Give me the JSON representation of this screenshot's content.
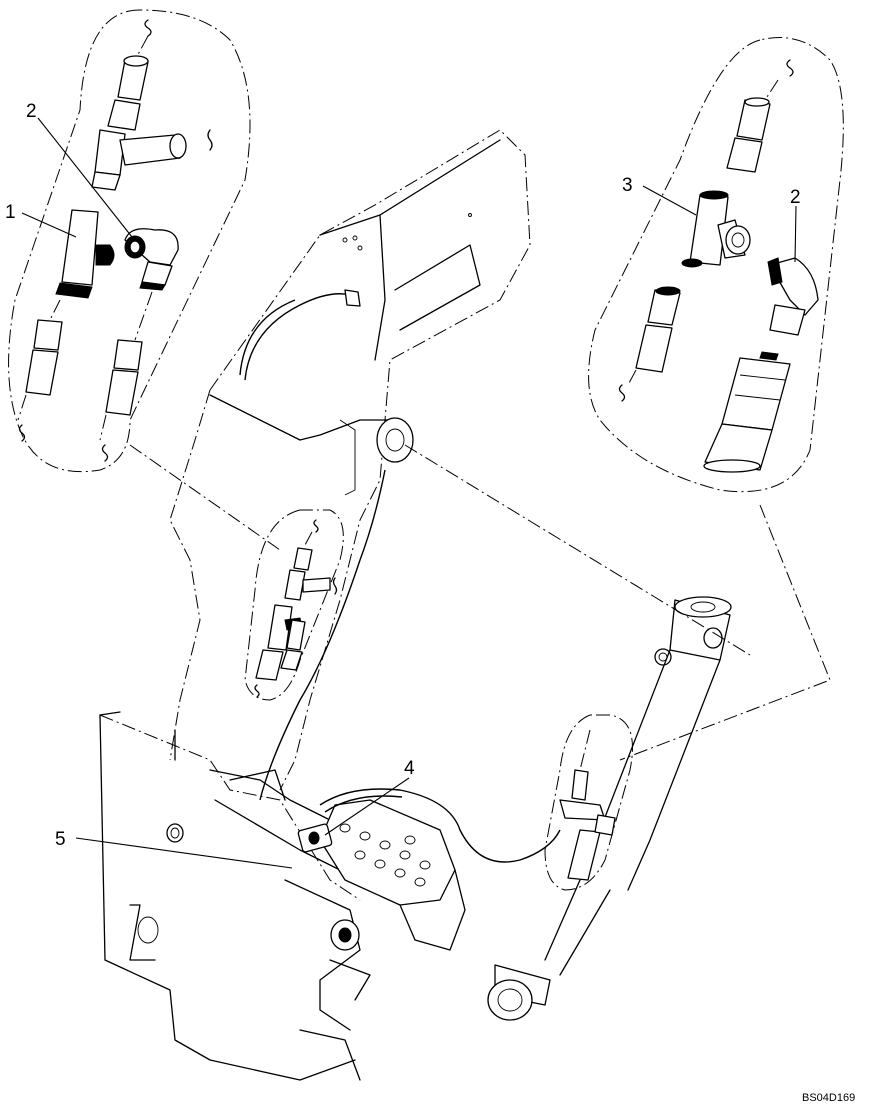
{
  "figure_code": "BS04D169",
  "callouts": [
    {
      "id": "callout-1",
      "label": "1"
    },
    {
      "id": "callout-2-left",
      "label": "2"
    },
    {
      "id": "callout-3",
      "label": "3"
    },
    {
      "id": "callout-2-right",
      "label": "2"
    },
    {
      "id": "callout-4",
      "label": "4"
    },
    {
      "id": "callout-5",
      "label": "5"
    }
  ]
}
